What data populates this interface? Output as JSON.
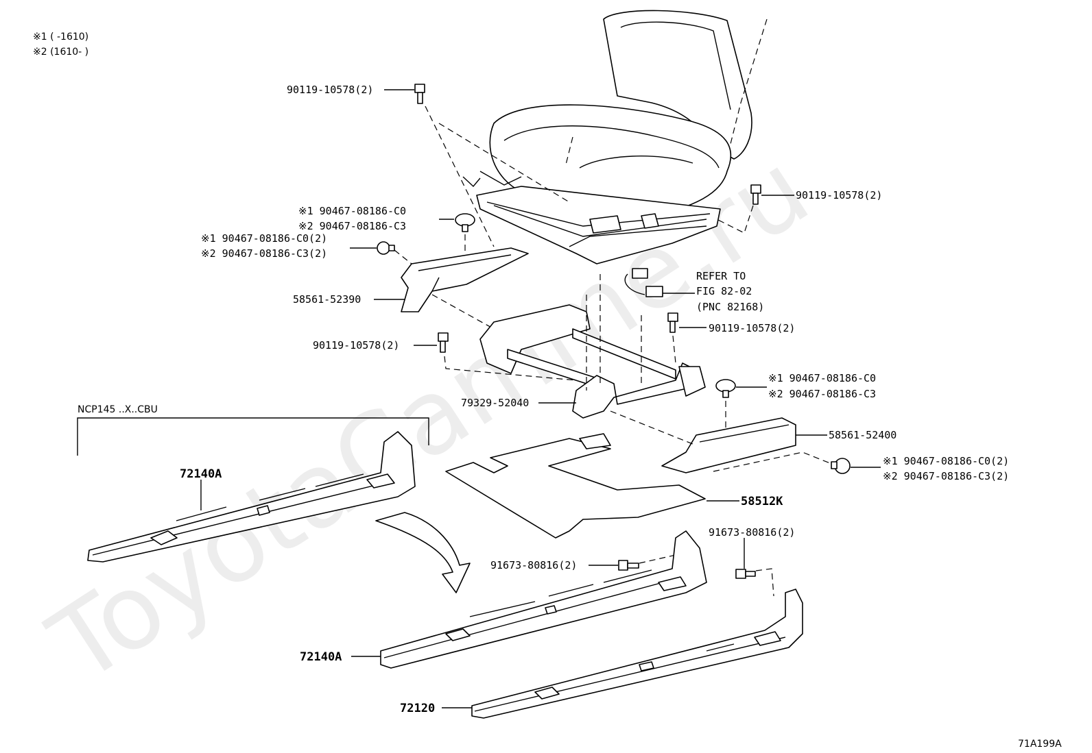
{
  "legend": {
    "line1": "※1 (     -1610)",
    "line2": "※2 (1610-      )"
  },
  "variant_note": "NCP145 ..X..CBU",
  "refer": {
    "line1": "REFER TO",
    "line2": "FIG 82-02",
    "line3": "(PNC 82168)"
  },
  "labels": {
    "bolt_top": "90119-10578(2)",
    "bolt_right": "90119-10578(2)",
    "clip_a1": "※1 90467-08186-C0",
    "clip_a2": "※2 90467-08186-C3",
    "clip_b1": "※1 90467-08186-C0(2)",
    "clip_b2": "※2 90467-08186-C3(2)",
    "bracket_left": "58561-52390",
    "bolt_mid_right": "90119-10578(2)",
    "bolt_mid_left": "90119-10578(2)",
    "clip_c1": "※1 90467-08186-C0",
    "clip_c2": "※2 90467-08186-C3",
    "frame": "79329-52040",
    "bracket_right": "58561-52400",
    "clip_d1": "※1 90467-08186-C0(2)",
    "clip_d2": "※2 90467-08186-C3(2)",
    "mat": "58512K",
    "rail_ncp": "72140A",
    "bolt_low_left": "91673-80816(2)",
    "bolt_low_right": "91673-80816(2)",
    "rail_left": "72140A",
    "rail_right": "72120"
  },
  "figure_id": "71A199A",
  "watermark": "ToyotaCamme.ru"
}
